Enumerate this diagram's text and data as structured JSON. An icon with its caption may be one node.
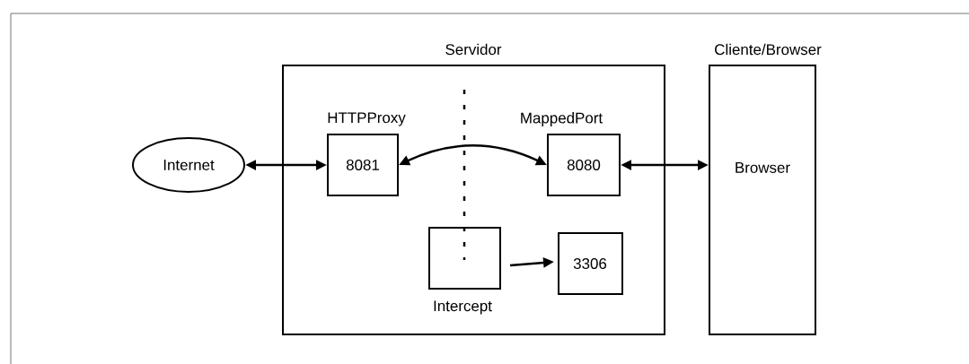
{
  "diagram": {
    "nodes": [
      {
        "text": [
          "Servidor"
        ]
      },
      {
        "text": [
          "Cliente/Browser",
          "Browser"
        ]
      },
      {
        "text": [
          "Internet"
        ]
      },
      {
        "text": [
          "HTTPProxy",
          "8081"
        ],
        "in": 0
      },
      {
        "text": [
          "MappedPort",
          "8080"
        ],
        "in": 0
      },
      {
        "text": [
          "Intercept"
        ],
        "in": 0
      },
      {
        "text": [
          "3306"
        ],
        "in": 0
      }
    ],
    "edges": [
      {
        "from": 2,
        "to": 3,
        "arrow": "both"
      },
      {
        "from": 3,
        "to": 4,
        "arrow": "both"
      },
      {
        "from": 4,
        "to": 1,
        "arrow": "both"
      },
      {
        "from": 5,
        "to": 6,
        "arrow": "to"
      }
    ]
  }
}
